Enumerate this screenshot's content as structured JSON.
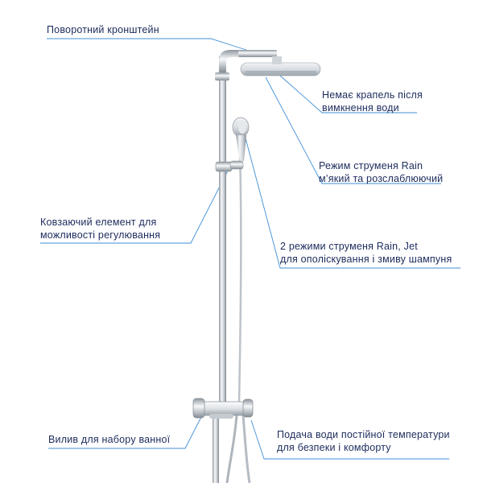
{
  "callouts": {
    "swivel_bracket": {
      "lines": [
        "Поворотний кронштейн"
      ]
    },
    "no_drops": {
      "lines": [
        "Немає крапель після",
        "вимкнення води"
      ]
    },
    "rain_mode": {
      "lines": [
        "Режим струменя Rain",
        "м’який та розслаблюючий"
      ]
    },
    "slider": {
      "lines": [
        "Ковзаючий елемент для",
        "можливості регулювання"
      ]
    },
    "hand_shower_modes": {
      "lines": [
        "2 режими струменя Rain, Jet",
        "для ополіскування і змиву шампуня"
      ]
    },
    "bath_spout": {
      "lines": [
        "Вилив для набору ванної"
      ]
    },
    "thermostat": {
      "lines": [
        "Подача води постійної температури",
        "для безпеки і комфорту"
      ]
    }
  },
  "colors": {
    "text": "#1c2b5c",
    "leader_line": "#3f8fd6",
    "chrome_light": "#f4f6f8",
    "chrome_mid": "#c9ced4",
    "chrome_dark": "#7d858d"
  }
}
